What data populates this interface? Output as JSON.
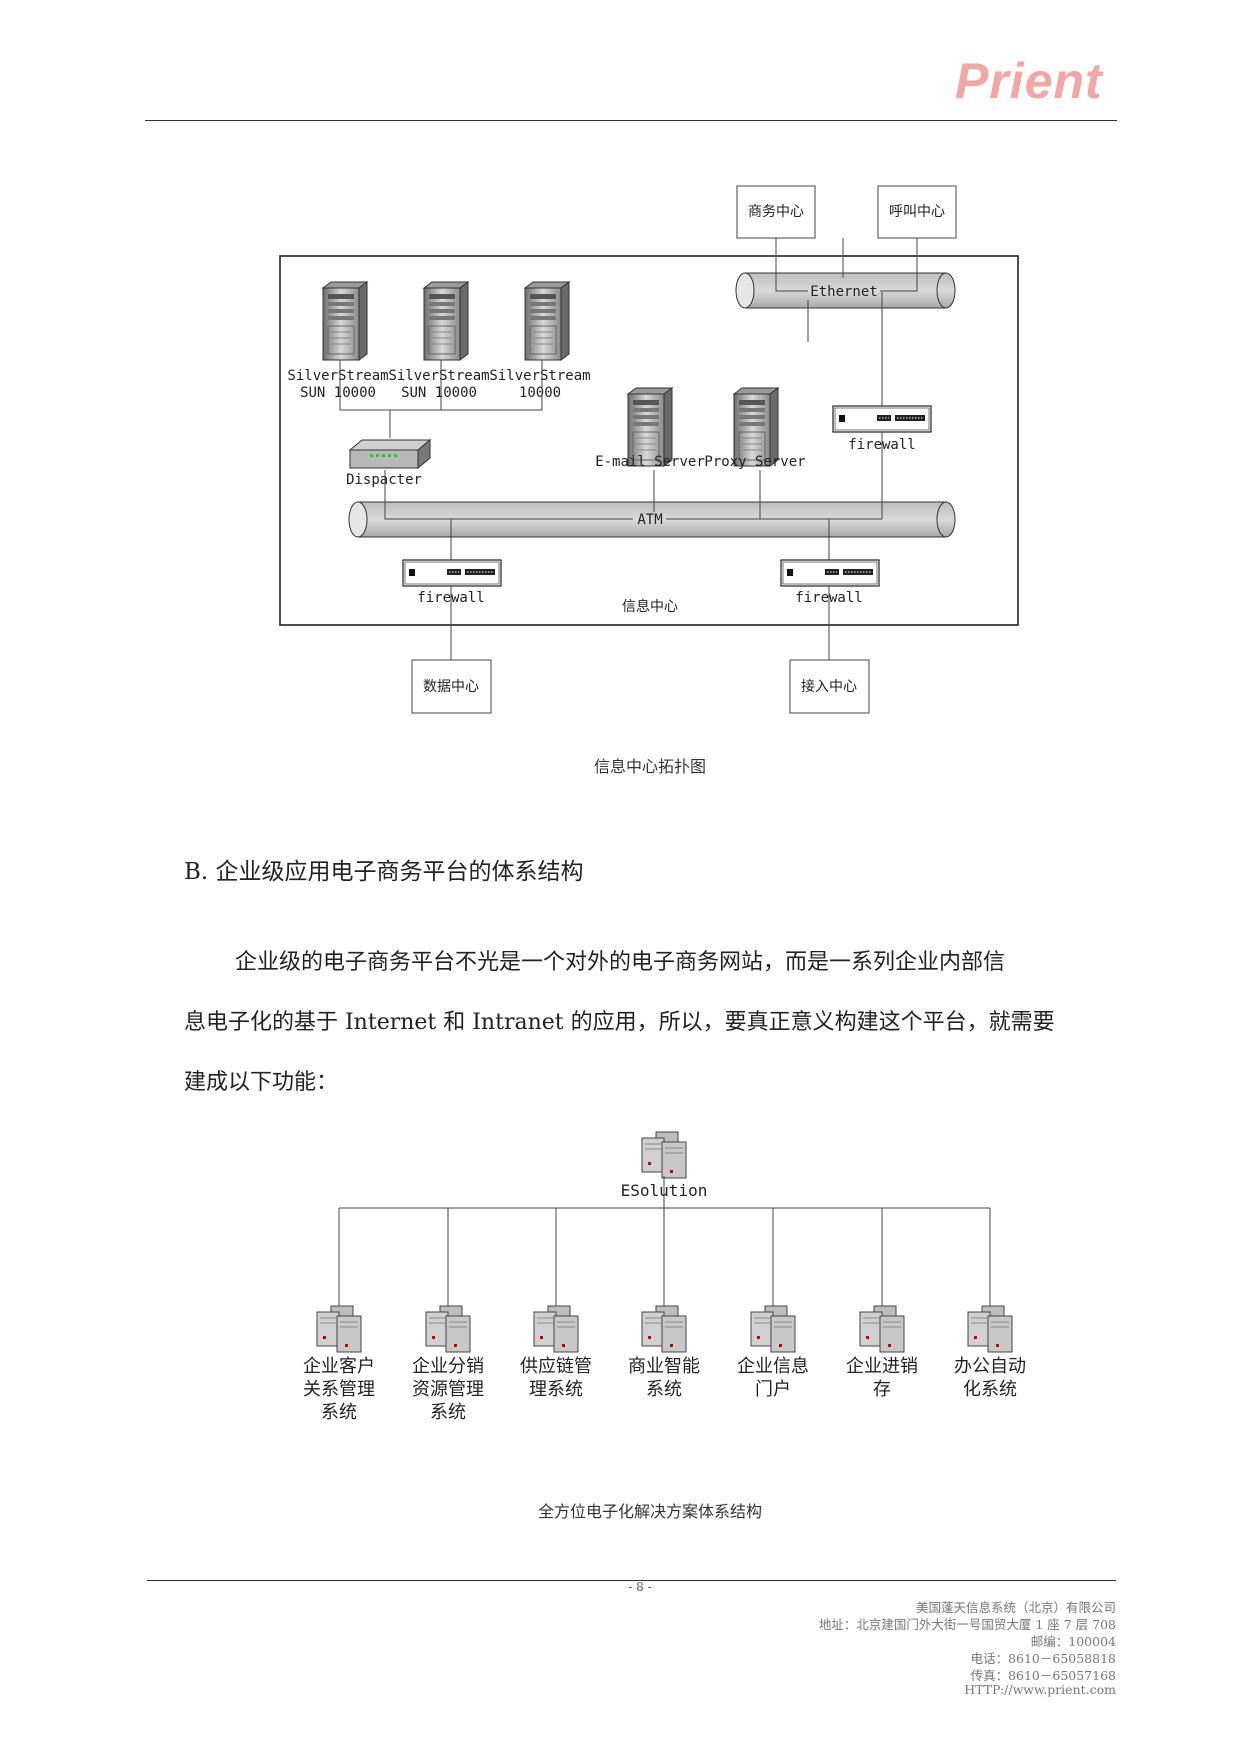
{
  "header": {
    "logo": "Prient"
  },
  "topology": {
    "top_boxes": [
      "商务中心",
      "呼叫中心"
    ],
    "ethernet": "Ethernet",
    "servers": [
      {
        "line1": "SilverStream",
        "line2": "SUN 10000"
      },
      {
        "line1": "SilverStream",
        "line2": "SUN 10000"
      },
      {
        "line1": "SilverStream",
        "line2": "10000"
      }
    ],
    "email_server": "E-mail Server",
    "proxy_server": "Proxy Server",
    "firewall_top": "firewall",
    "dispacter": "Dispacter",
    "atm": "ATM",
    "firewall_left": "firewall",
    "firewall_right": "firewall",
    "center_label": "信息中心",
    "bottom_boxes": [
      "数据中心",
      "接入中心"
    ],
    "caption": "信息中心拓扑图"
  },
  "section": {
    "heading": "B.  企业级应用电子商务平台的体系结构",
    "para_lines": [
      "企业级的电子商务平台不光是一个对外的电子商务网站，而是一系列企业内部信",
      "息电子化的基于 Internet 和 Intranet 的应用，所以，要真正意义构建这个平台，就需要",
      "建成以下功能："
    ]
  },
  "esolution": {
    "root": "ESolution",
    "children": [
      [
        "企业客户",
        "关系管理",
        "系统"
      ],
      [
        "企业分销",
        "资源管理",
        "系统"
      ],
      [
        "供应链管",
        "理系统"
      ],
      [
        "商业智能",
        "系统"
      ],
      [
        "企业信息",
        "门户"
      ],
      [
        "企业进销",
        "存"
      ],
      [
        "办公自动",
        "化系统"
      ]
    ],
    "caption": "全方位电子化解决方案体系结构"
  },
  "footer": {
    "page_number": "- 8 -",
    "company": "美国蓬天信息系统（北京）有限公司",
    "address": "地址：北京建国门外大街一号国贸大厦 1 座 7 层 708",
    "postcode": "邮编：100004",
    "phone": "电话：8610－65058818",
    "fax": "传真：8610－65057168",
    "url": "HTTP://www.prient.com"
  }
}
